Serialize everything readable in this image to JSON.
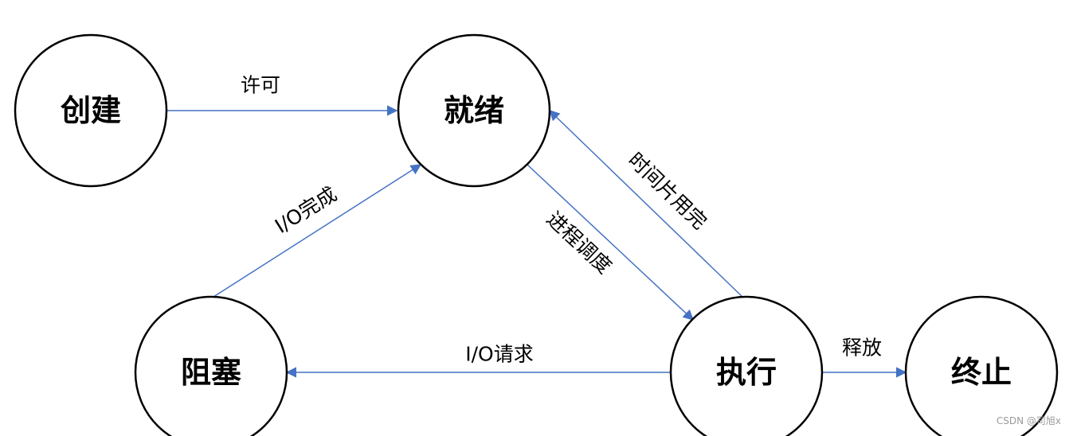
{
  "states": {
    "create": "创建",
    "ready": "就绪",
    "blocked": "阻塞",
    "running": "执行",
    "terminated": "终止"
  },
  "transitions": {
    "create_to_ready": "许可",
    "blocked_to_ready": "I/O完成",
    "ready_to_running": "进程调度",
    "running_to_ready": "时间片用完",
    "running_to_blocked": "I/O请求",
    "running_to_terminated": "释放"
  },
  "watermark": "CSDN @司旭x",
  "colors": {
    "edge": "#4472c4",
    "node_stroke": "#000000"
  }
}
